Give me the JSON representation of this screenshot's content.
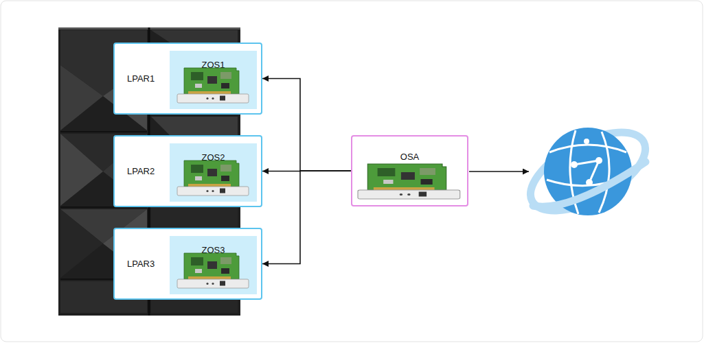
{
  "diagram": {
    "nodes": [
      {
        "text": [
          "LPAR1"
        ]
      },
      {
        "text": [
          "ZOS1"
        ],
        "in": 0
      },
      {
        "text": [
          "LPAR2"
        ]
      },
      {
        "text": [
          "ZOS2"
        ],
        "in": 2
      },
      {
        "text": [
          "LPAR3"
        ]
      },
      {
        "text": [
          "ZOS3"
        ],
        "in": 4
      },
      {
        "text": [
          "OSA"
        ]
      }
    ],
    "edges": [
      {
        "from": 6,
        "to": 0,
        "arrow": "to"
      },
      {
        "from": 6,
        "to": 2,
        "arrow": "to"
      },
      {
        "from": 6,
        "to": 4,
        "arrow": "to"
      }
    ]
  }
}
